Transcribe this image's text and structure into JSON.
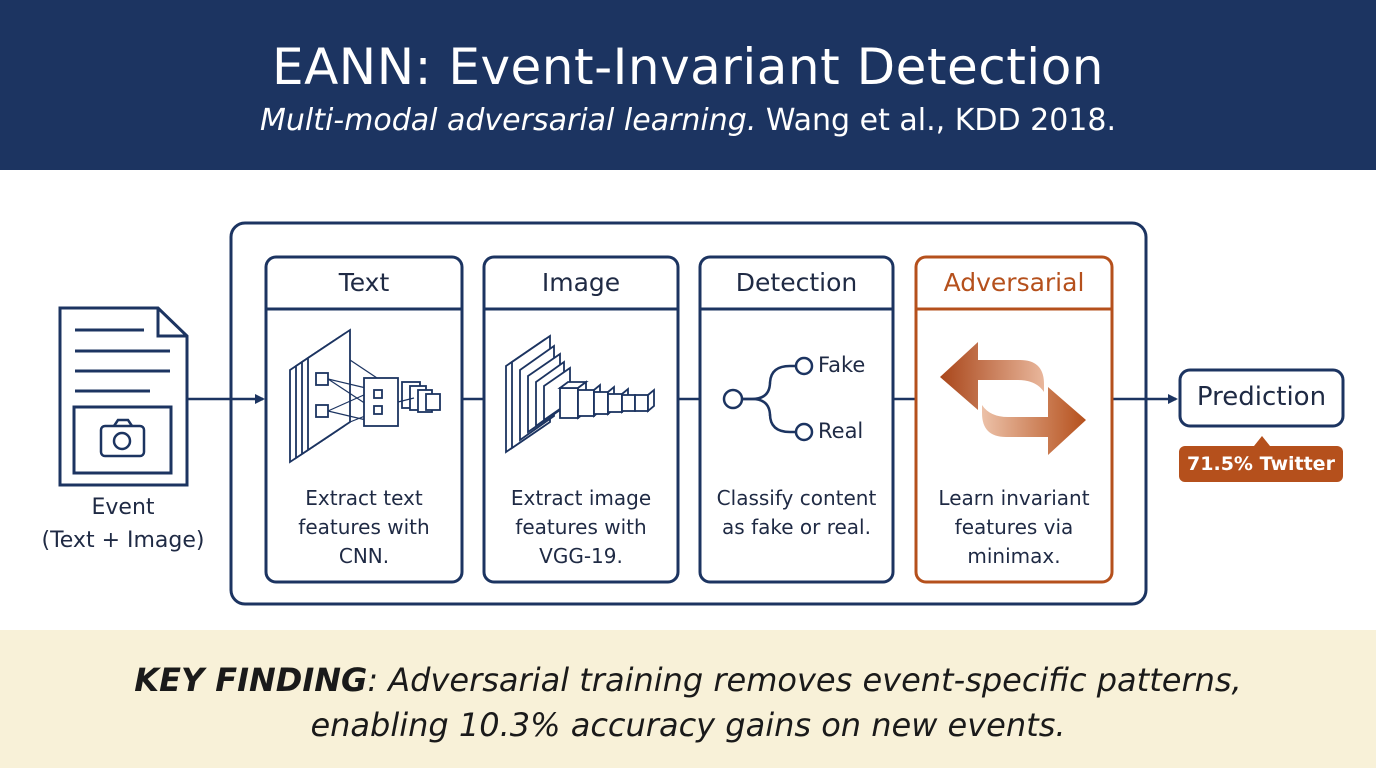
{
  "header": {
    "title": "EANN: Event-Invariant Detection",
    "subtitle_italic": "Multi-modal adversarial learning.",
    "subtitle_rest": " Wang et al., KDD 2018."
  },
  "input": {
    "label_line1": "Event",
    "label_line2": "(Text + Image)",
    "icon": "document-with-camera-icon"
  },
  "stages": [
    {
      "title": "Text",
      "desc": [
        "Extract text",
        "features with",
        "CNN."
      ],
      "icon": "text-cnn-icon"
    },
    {
      "title": "Image",
      "desc": [
        "Extract image",
        "features with",
        "VGG-19."
      ],
      "icon": "vgg-layers-icon"
    },
    {
      "title": "Detection",
      "desc": [
        "Classify content",
        "as fake or real."
      ],
      "icon": "branch-icon",
      "branches": [
        "Fake",
        "Real"
      ]
    },
    {
      "title": "Adversarial",
      "desc": [
        "Learn invariant",
        "features via",
        "minimax."
      ],
      "icon": "swap-arrows-icon"
    }
  ],
  "output": {
    "label": "Prediction",
    "badge": "71.5% Twitter"
  },
  "finding": {
    "label": "KEY FINDING",
    "line1": ": Adversarial training removes event-specific patterns,",
    "line2": "enabling 10.3% accuracy gains on new events."
  },
  "colors": {
    "navy": "#1c3461",
    "accent": "#b5501c",
    "finding_bg": "#f8f1d8"
  }
}
